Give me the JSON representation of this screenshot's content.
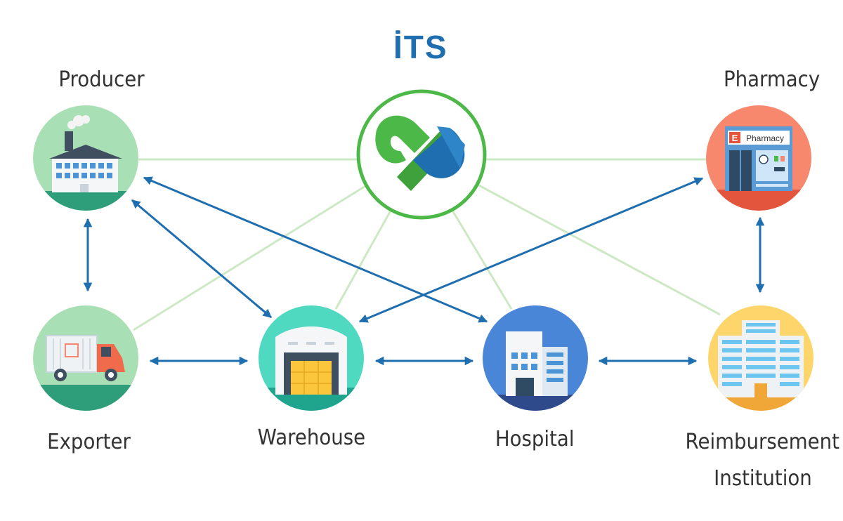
{
  "title": "İTS",
  "colors": {
    "title": "#1f6fb0",
    "connector": "#cde8c4",
    "arrow": "#1f6fb0",
    "hub_ring": "#4cb848"
  },
  "nodes": {
    "producer": {
      "label": "Producer",
      "icon": "factory-icon"
    },
    "pharmacy": {
      "label": "Pharmacy",
      "icon": "pharmacy-store-icon",
      "sign_text": "Pharmacy",
      "sign_letter": "E"
    },
    "exporter": {
      "label": "Exporter",
      "icon": "truck-icon"
    },
    "warehouse": {
      "label": "Warehouse",
      "icon": "warehouse-icon"
    },
    "hospital": {
      "label": "Hospital",
      "icon": "hospital-icon"
    },
    "reimbursement": {
      "label_line1": "Reimbursement",
      "label_line2": "Institution",
      "icon": "office-building-icon"
    }
  },
  "hub": {
    "icon": "its-logo-icon"
  }
}
